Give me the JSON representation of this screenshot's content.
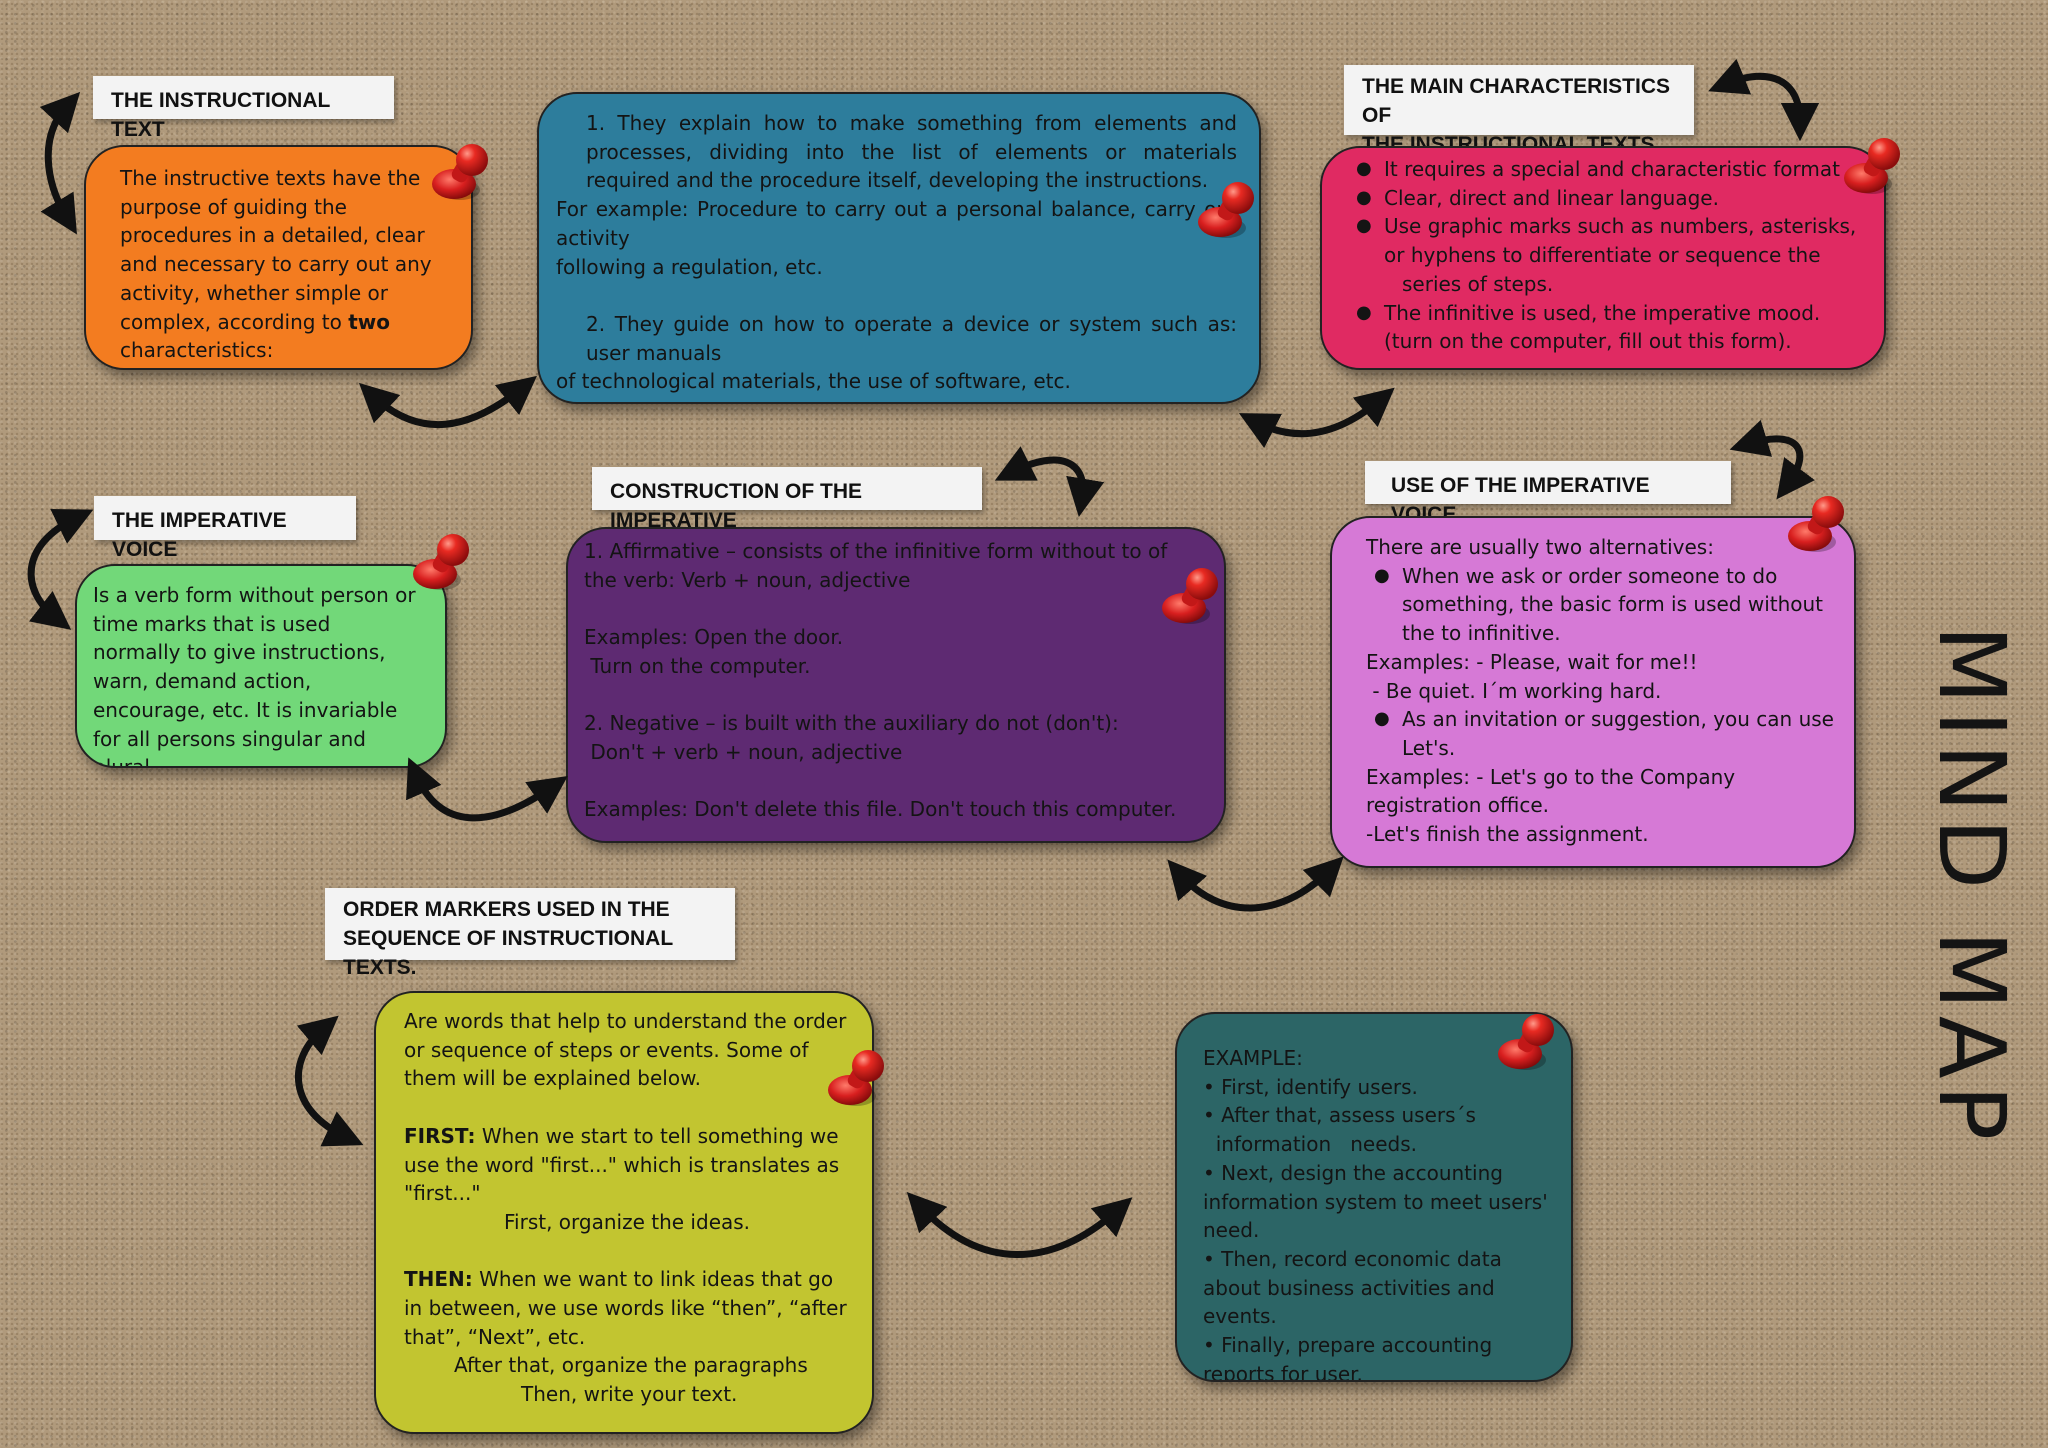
{
  "title": "MIND MAP",
  "colors": {
    "orange": "#f37c20",
    "teal_blue": "#2d7d9c",
    "pink": "#e02a62",
    "green": "#72d879",
    "purple": "#5e2a72",
    "violet": "#d679d6",
    "yellow_green": "#c2c530",
    "dark_teal": "#2c6566",
    "pin_red": "#d81f1f"
  },
  "labels": {
    "instructional_text": "THE INSTRUCTIONAL TEXT",
    "main_characteristics_1": "THE MAIN CHARACTERISTICS OF",
    "main_characteristics_2": "THE INSTRUCTIONAL TEXTS ARE",
    "imperative_voice": "THE IMPERATIVE VOICE",
    "construction": "CONSTRUCTION OF THE IMPERATIVE",
    "use_imperative": "USE OF THE IMPERATIVE VOICE.",
    "order_markers_1": "ORDER MARKERS USED IN THE",
    "order_markers_2": "SEQUENCE OF INSTRUCTIONAL TEXTS."
  },
  "notes": {
    "instructional": {
      "text_before_bold": "The instructive texts have the purpose of guiding the procedures in a detailed, clear and necessary to carry out any activity, whether simple or complex, according to ",
      "bold": "two",
      "text_after_bold": " characteristics:"
    },
    "characteristics_list": {
      "p1": "1. They explain how to make something from elements and processes, dividing into the list of elements or materials required and the procedure itself, developing the instructions.",
      "p2": "For example: Procedure to carry out a personal balance, carry out activity",
      "p3": "following a regulation, etc.",
      "p4": "2. They guide on how to operate a device or system such as: user manuals",
      "p5": "of technological materials, the use of software, etc."
    },
    "main_characteristics": {
      "b1": "It requires a special and characteristic format",
      "b2": "Clear, direct and linear language.",
      "b3a": "Use graphic marks such as numbers, asterisks, or hyphens to differentiate or sequence the",
      "b3b": "series of steps.",
      "b4": "The infinitive is used, the imperative mood. (turn on the computer, fill out this form)."
    },
    "imperative_voice": {
      "text": "Is a verb form without person or time marks that is used normally to give instructions, warn, demand action, encourage, etc. It is invariable for all persons singular and plural."
    },
    "construction": {
      "l1": "1. Affirmative – consists of the infinitive form without to of the verb:  Verb + noun, adjective",
      "l2": "Examples: Open the door.",
      "l3": " Turn on the computer.",
      "l4": "2. Negative – is built with the auxiliary do not (don't):",
      "l5": " Don't + verb + noun, adjective",
      "l6": "Examples: Don't delete this file. Don't touch this computer."
    },
    "use_imperative": {
      "intro": "There are usually two alternatives:",
      "b1": "When we ask or order someone to do something, the basic form is used without the to infinitive.",
      "ex1": "Examples: - Please, wait for me!!",
      "ex2": " - Be quiet. I´m working hard.",
      "b2": "As an invitation or suggestion, you can use Let's.",
      "ex3": "Examples: - Let's go to the Company registration office.",
      "ex4": "-Let's finish the assignment."
    },
    "order_markers": {
      "intro": "Are words that help to understand the order or sequence of steps or events. Some of them will be explained below.",
      "first_label": "FIRST:",
      "first_text": "  When we start to tell something we use the word \"first...\" which is translates as \"first...\"",
      "first_example": "First, organize the ideas.",
      "then_label": "THEN:",
      "then_text": " When we want to link ideas that go in between, we use words like “then”, “after that”, “Next”, etc.",
      "then_example1": "After that, organize the paragraphs",
      "then_example2": "Then, write your text."
    },
    "example": {
      "title": "EXAMPLE:",
      "i1": "• First, identify users.",
      "i2a": "• After that, assess users´s",
      "i2b": "  information   needs.",
      "i3": "• Next, design the accounting information system to meet users' need.",
      "i4": "• Then, record economic data about business activities and events.",
      "i5": "• Finally, prepare accounting reports for user."
    }
  }
}
